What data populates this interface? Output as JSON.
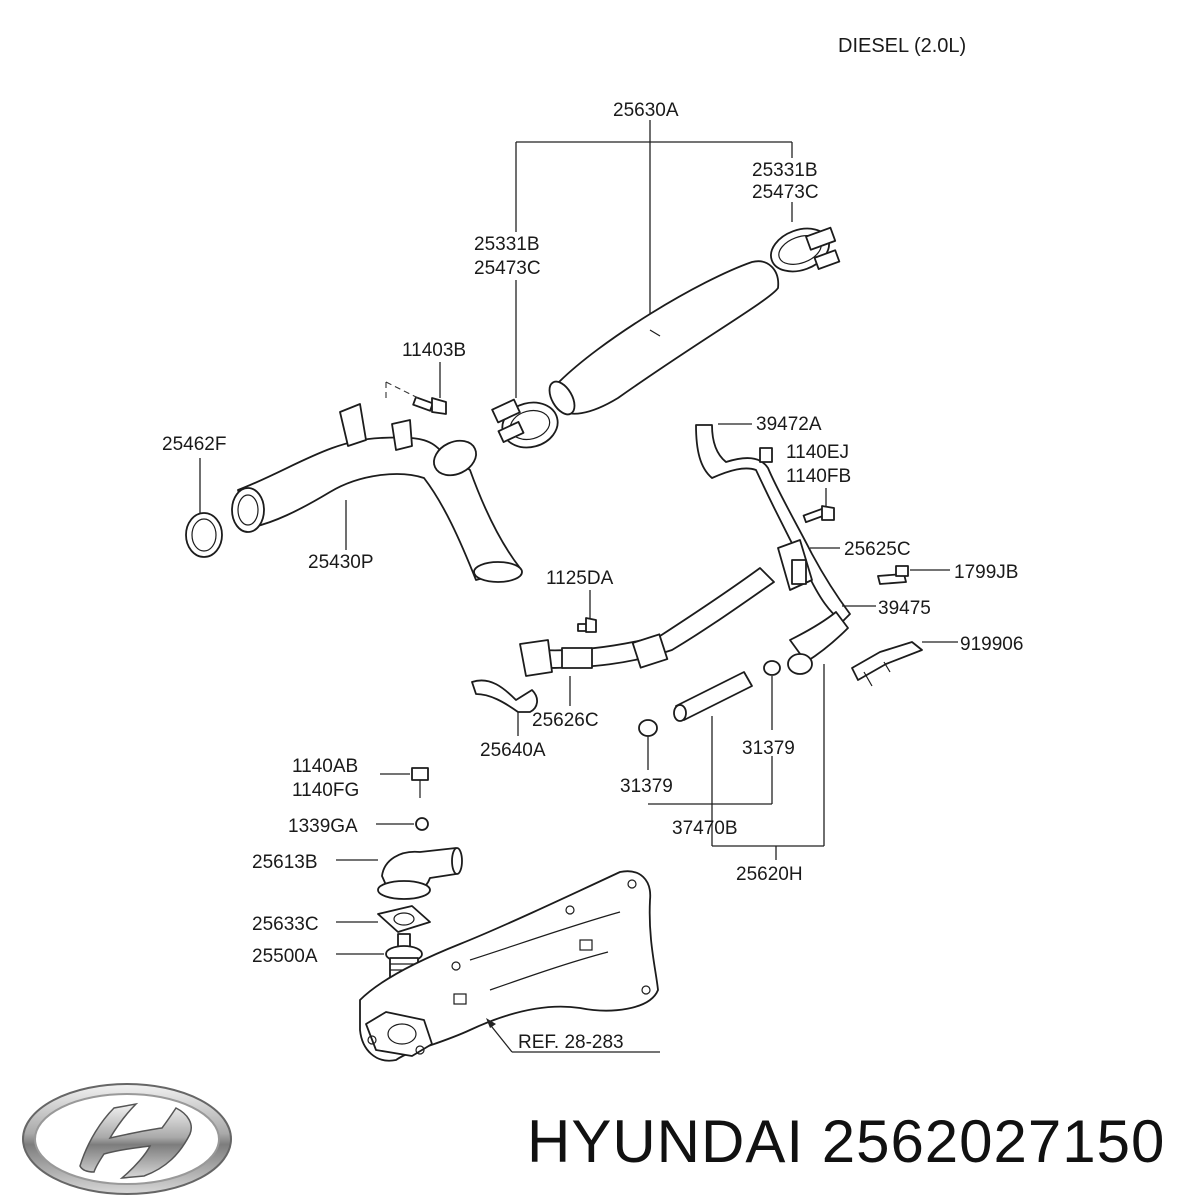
{
  "header": {
    "engine_label": "DIESEL (2.0L)"
  },
  "labels": {
    "hose_assy": "25630A",
    "clamp_top_1": "25331B",
    "clamp_top_2": "25473C",
    "clamp_mid_1": "25331B",
    "clamp_mid_2": "25473C",
    "bolt_11403": "11403B",
    "gasket_25462": "25462F",
    "pipe_25430": "25430P",
    "hose_39472": "39472A",
    "bolt_1140ej": "1140EJ",
    "bolt_1140fb": "1140FB",
    "bracket_25625": "25625C",
    "clip_1799": "1799JB",
    "pipe_39475": "39475",
    "harness_919906": "919906",
    "bolt_1125": "1125DA",
    "hose_25626": "25626C",
    "hose_25640": "25640A",
    "clamp_31379_r": "31379",
    "clamp_31379_l": "31379",
    "hose_37470": "37470B",
    "pipe_25620": "25620H",
    "bolt_1140ab": "1140AB",
    "bolt_1140fg": "1140FG",
    "nut_1339": "1339GA",
    "fitting_25613": "25613B",
    "gasket_25633": "25633C",
    "thermostat_25500": "25500A",
    "ref_28283": "REF. 28-283"
  },
  "footer": {
    "brand_logo": "hyundai-logo",
    "caption": "HYUNDAI 2562027150"
  }
}
